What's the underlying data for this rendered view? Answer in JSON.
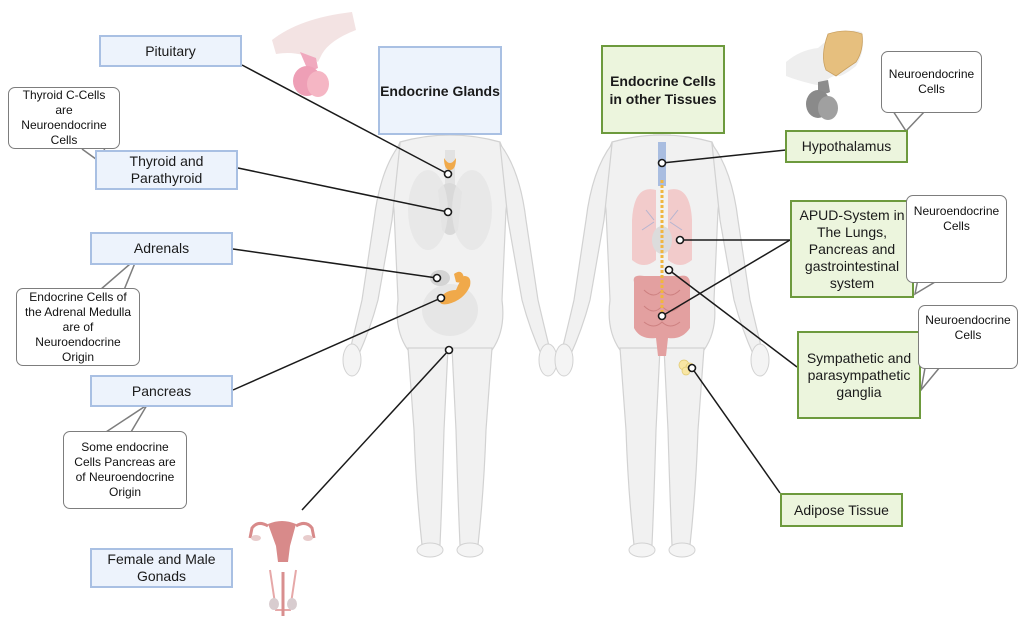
{
  "columns": {
    "left_title": "Endocrine Glands",
    "right_title": "Endocrine Cells in other Tissues"
  },
  "left_labels": {
    "pituitary": "Pituitary",
    "thyroid": "Thyroid and Parathyroid",
    "adrenals": "Adrenals",
    "pancreas": "Pancreas",
    "gonads": "Female and Male Gonads"
  },
  "left_callouts": {
    "thyroid_note": "Thyroid C-Cells are Neuroendocrine Cells",
    "adrenal_note": "Endocrine Cells of the Adrenal Medulla are of Neuroendocrine Origin",
    "pancreas_note": "Some endocrine Cells Pancreas are of Neuroendocrine Origin"
  },
  "right_labels": {
    "hypothalamus": "Hypothalamus",
    "apud": "APUD-System in The Lungs, Pancreas and gastrointestinal system",
    "ganglia": "Sympathetic and parasympathetic ganglia",
    "adipose": "Adipose Tissue"
  },
  "right_callouts": {
    "hypothalamus_note": "Neuroendocrine Cells",
    "apud_note": "Neuroendocrine Cells",
    "ganglia_note": "Neuroendocrine Cells"
  },
  "icons": [
    "pituitary-gland-icon",
    "hypothalamus-pituitary-icon",
    "female-reproductive-organ-icon",
    "male-reproductive-organ-icon",
    "human-body-left-figure",
    "human-body-right-figure"
  ],
  "colors": {
    "blue_fill": "#edf3fc",
    "blue_border": "#a9c0e3",
    "green_fill": "#ecf5dd",
    "green_border": "#6d9a3d",
    "gland_orange": "#f0a94a",
    "organ_pink": "#e8a3a3"
  }
}
